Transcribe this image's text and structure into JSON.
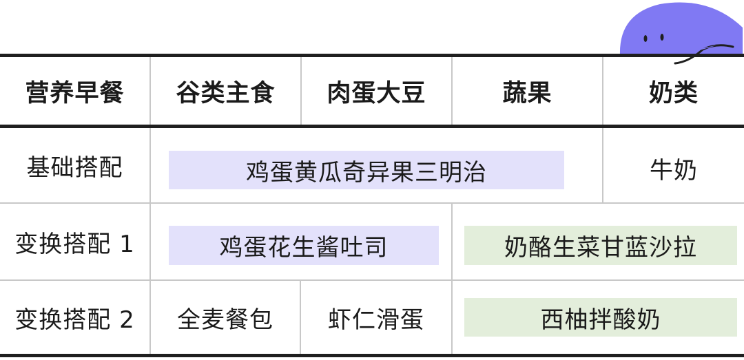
{
  "colors": {
    "mascot": "#8079f3",
    "purple_fill": "#e3e1fb",
    "green_fill": "#e3eedb",
    "rule": "#1f1f1f"
  },
  "header": {
    "col0": "营养早餐",
    "col1": "谷类主食",
    "col2": "肉蛋大豆",
    "col3": "蔬果",
    "col4": "奶类"
  },
  "rows": [
    {
      "label": "基础搭配",
      "combo": "鸡蛋黄瓜奇异果三明治",
      "milk": "牛奶"
    },
    {
      "label": "变换搭配 1",
      "grain_meat": "鸡蛋花生酱吐司",
      "veg_milk": "奶酪生菜甘蓝沙拉"
    },
    {
      "label": "变换搭配 2",
      "grain": "全麦餐包",
      "meat": "虾仁滑蛋",
      "veg_milk": "西柚拌酸奶"
    }
  ]
}
